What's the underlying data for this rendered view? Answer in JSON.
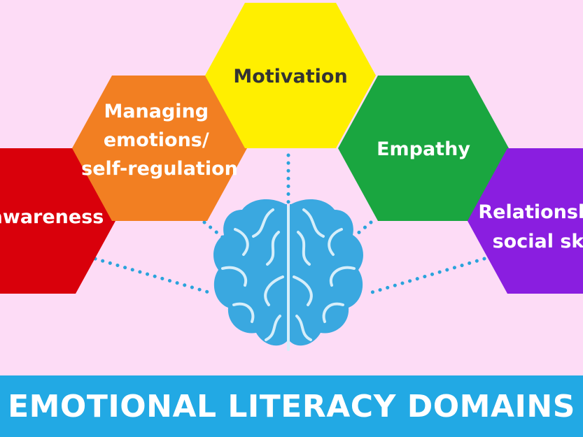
{
  "domains": [
    {
      "key": "awareness",
      "lines": [
        "awareness"
      ],
      "color": "#d9000b"
    },
    {
      "key": "managing",
      "lines": [
        "Managing",
        "emotions/",
        "self-regulation"
      ],
      "color": "#f27f22"
    },
    {
      "key": "motivation",
      "lines": [
        "Motivation"
      ],
      "color": "#ffef00"
    },
    {
      "key": "empathy",
      "lines": [
        "Empathy"
      ],
      "color": "#1aa640"
    },
    {
      "key": "relationships",
      "lines": [
        "Relationsh",
        "social sk"
      ],
      "color": "#8a1ee0"
    }
  ],
  "banner": {
    "title": "EMOTIONAL LITERACY DOMAINS",
    "color": "#22a9e4"
  },
  "background_color": "#fddcf6",
  "center_icon": "brain-icon"
}
